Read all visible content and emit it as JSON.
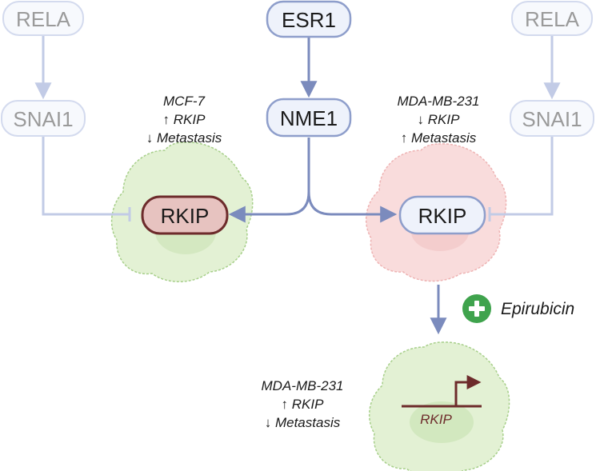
{
  "nodes": {
    "esr1": "ESR1",
    "nme1": "NME1",
    "rela_left": "RELA",
    "snai1_left": "SNAI1",
    "rela_right": "RELA",
    "snai1_right": "SNAI1",
    "rkip_left": "RKIP",
    "rkip_right": "RKIP",
    "rkip_gene": "RKIP"
  },
  "annotations": {
    "mcf7": [
      "MCF-7",
      "↑ RKIP",
      "↓ Metastasis"
    ],
    "mda_top": [
      "MDA-MB-231",
      "↓ RKIP",
      "↑ Metastasis"
    ],
    "mda_bottom": [
      "MDA-MB-231",
      "↑ RKIP",
      "↓ Metastasis"
    ]
  },
  "treatment": {
    "label": "Epirubicin",
    "icon": "plus-circle-icon"
  },
  "colors": {
    "node_border": "#8e9ecb",
    "node_fill": "#eef2fb",
    "faded_border": "#c9d2ea",
    "faded_text": "#9a9a9a",
    "rkip_inhibited_fill": "#e7c3c0",
    "rkip_inhibited_border": "#6d2b2b",
    "arrow": "#7b8bbd",
    "green_cell": "#e3f1d4",
    "pink_cell": "#f9dcdc",
    "plus": "#3fa34d"
  }
}
